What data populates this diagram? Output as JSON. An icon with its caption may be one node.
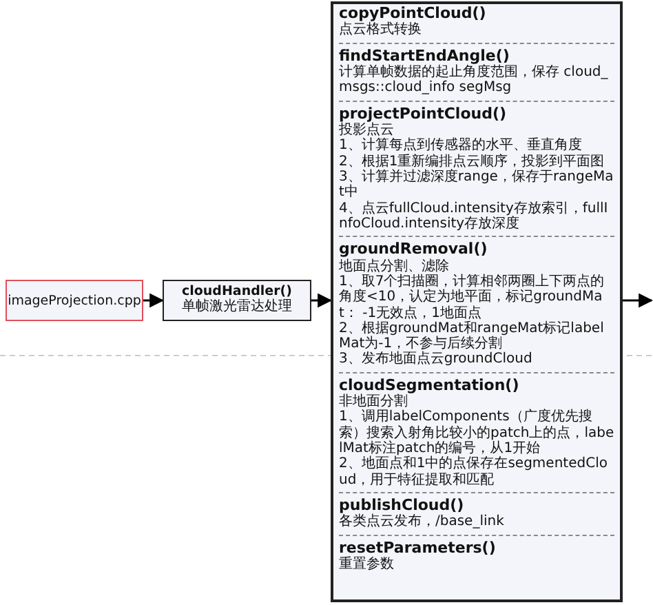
{
  "diagram": {
    "nodes": [
      {
        "text": [
          "imageProjection.cpp"
        ]
      },
      {
        "text": [
          "cloudHandler()",
          "单帧激光雷达处理"
        ]
      },
      {
        "text": [
          "copyPointCloud()",
          "点云格式转换",
          "findStartEndAngle()",
          "计算单帧数据的起止角度范围，保存 cloud_msgs::cloud_info segMsg",
          "projectPointCloud()",
          "投影点云",
          "1、计算每点到传感器的水平、垂直角度",
          "2、根据1重新编排点云顺序，投影到平面图",
          "3、计算并过滤深度range，保存于rangeMat中",
          "4、点云fullCloud.intensity存放索引，fullInfoCloud.intensity存放深度",
          "groundRemoval()",
          "地面点分割、滤除",
          "1、取7个扫描圈，计算相邻两圈上下两点的角度<10，认定为地平面，标记groundMat： -1无效点，1地面点",
          "2、根据groundMat和rangeMat标记labelMat为-1，不参与后续分割",
          "3、发布地面点云groundCloud",
          "cloudSegmentation()",
          "非地面分割",
          "1、调用labelComponents（广度优先搜索）搜索入射角比较小的patch上的点，labelMat标注patch的编号，从1开始",
          "2、地面点和1中的点保存在segmentedCloud，用于特征提取和匹配",
          "publishCloud()",
          "各类点云发布，/base_link",
          "resetParameters()",
          "重置参数"
        ]
      }
    ],
    "edges": [
      {
        "from": 0,
        "to": 1,
        "arrow": "to"
      },
      {
        "from": 1,
        "to": 2,
        "arrow": "to"
      },
      {
        "from": 2,
        "to": null,
        "arrow": "to"
      }
    ]
  }
}
